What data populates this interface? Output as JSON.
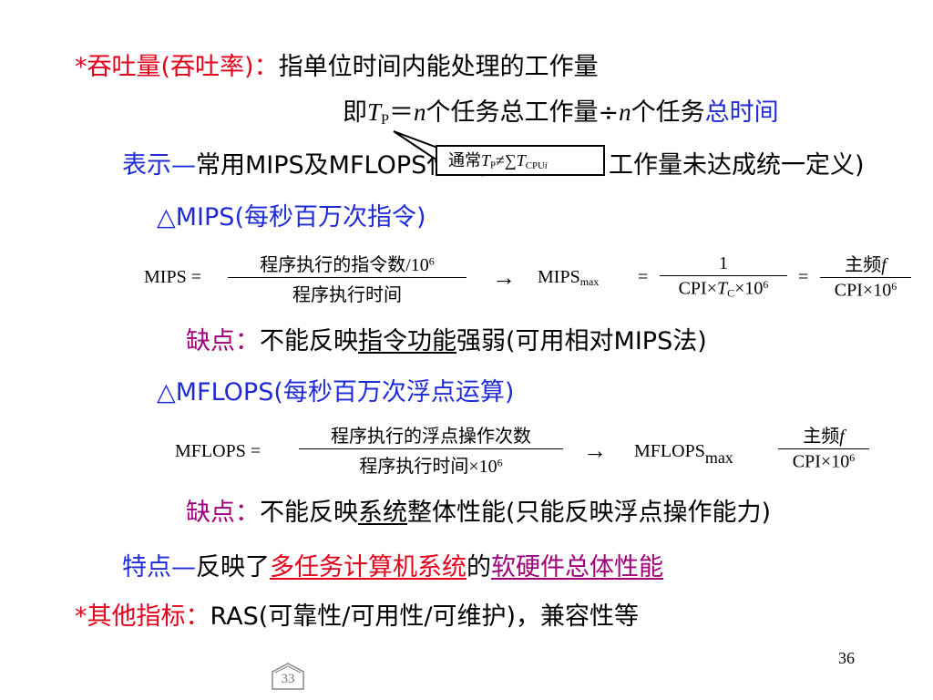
{
  "slide": {
    "throughput": {
      "bullet": "*",
      "title": "吞吐量(吞吐率)：",
      "definition": "指单位时间内能处理的工作量",
      "formula_prefix": "即",
      "formula_T": "T",
      "formula_T_sub": "P",
      "formula_eq": "＝",
      "formula_n1": "n",
      "formula_mid": "个任务总工作量÷",
      "formula_n2": "n",
      "formula_mid2": "个任务",
      "formula_end": "总时间"
    },
    "representation": {
      "label": "表示",
      "dash": "—",
      "text_before_callout": "常用MIPS及MFLOPS代替(",
      "text_after_callout": "工作量未达成统一定义)"
    },
    "callout": {
      "prefix": "通常",
      "T1": "T",
      "T1_sub": "P",
      "neq": "≠∑",
      "T2": "T",
      "T2_sub": "CPU",
      "T2_sub_i": "i"
    },
    "mips": {
      "heading": "△MIPS(每秒百万次指令)",
      "lhs": "MIPS =",
      "numerator": "程序执行的指令数/10",
      "numerator_exp": "6",
      "denominator": "程序执行时间",
      "arrow": "→",
      "max_label": "MIPS",
      "max_sub": "max",
      "eq1": "=",
      "f2_num": "1",
      "f2_den_a": "CPI×",
      "f2_den_T": "T",
      "f2_den_T_sub": "C",
      "f2_den_b": "×10",
      "f2_den_exp": "6",
      "eq2": "=",
      "f3_num": "主频",
      "f3_num_f": "f",
      "f3_den": "CPI×10",
      "f3_den_exp": "6",
      "drawback_label": "缺点：",
      "drawback_before": "不能反映",
      "drawback_underlined": "指令功能",
      "drawback_after": "强弱(可用相对MIPS法)"
    },
    "mflops": {
      "heading": "△MFLOPS(每秒百万次浮点运算)",
      "lhs": "MFLOPS =",
      "numerator": "程序执行的浮点操作次数",
      "denominator": "程序执行时间×10",
      "denominator_exp": "6",
      "arrow": "→",
      "max_label": "MFLOPS",
      "max_sub": "max",
      "f2_num": "主频",
      "f2_num_f": "f",
      "f2_den": "CPI×10",
      "f2_den_exp": "6",
      "drawback_label": "缺点：",
      "drawback_before": "不能反映",
      "drawback_underlined": "系统",
      "drawback_after": "整体性能(只能反映浮点操作能力)"
    },
    "feature": {
      "label": "特点",
      "dash": "—",
      "text": "反映了",
      "link1": "多任务计算机系统",
      "middle": "的",
      "link2": "软硬件总体性能"
    },
    "other": {
      "bullet": "*",
      "label": "其他指标：",
      "text": "RAS(可靠性/可用性/可维护)，兼容性等"
    },
    "page_number": "36",
    "nav_button_label": "33"
  },
  "colors": {
    "red": "#e3001b",
    "blue": "#1f2bd6",
    "magenta": "#a0007a",
    "text": "#000000",
    "background": "#ffffff"
  }
}
